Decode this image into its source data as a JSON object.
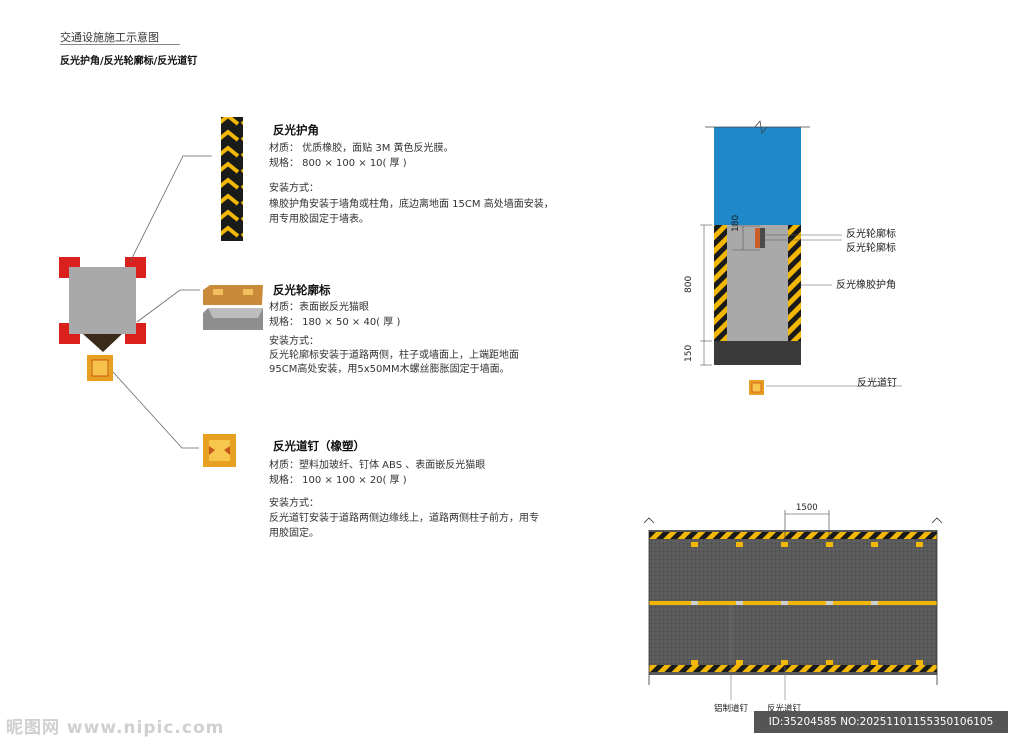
{
  "header": {
    "title": "交通设施施工示意图",
    "subtitle": "反光护角/反光轮廓标/反光道钉"
  },
  "items": [
    {
      "title": "反光护角",
      "material": "材质： 优质橡胶，面贴 3M 黄色反光膜。",
      "spec": "规格： 800 × 100 × 10( 厚 )",
      "install_title": "安装方式：",
      "install_lines": [
        "橡胶护角安装于墙角或柱角，底边离地面 15CM 高处墙面安装，",
        "用专用胶固定于墙表。"
      ]
    },
    {
      "title": "反光轮廓标",
      "material": "材质：表面嵌反光猫眼",
      "spec": "规格： 180 × 50 × 40( 厚 )",
      "install_title": "安装方式：",
      "install_lines": [
        "反光轮廓标安装于道路两侧，柱子或墙面上，上端距地面",
        "95CM高处安装，用5x50MM木螺丝膨胀固定于墙面。"
      ]
    },
    {
      "title": "反光道钉（橡塑）",
      "material": "材质：塑料加玻纤、钉体 ABS 、表面嵌反光猫眼",
      "spec": "规格： 100 × 100 × 20( 厚 )",
      "install_title": "安装方式：",
      "install_lines": [
        "反光道钉安装于道路两侧边缘线上，道路两侧柱子前方，用专",
        "用胶固定。"
      ]
    }
  ],
  "elevation": {
    "dim_180": "180",
    "dim_800": "800",
    "dim_150": "150",
    "label_outline_1": "反光轮廓标",
    "label_outline_2": "反光轮廓标",
    "label_corner": "反光橡胶护角",
    "label_stud": "反光道钉"
  },
  "plan": {
    "dim_1500": "1500",
    "label_aluminum_stud": "铝制道钉",
    "label_reflective_stud": "反光道钉"
  },
  "watermark": {
    "left": "昵图网 www.nipic.com",
    "right": "ID:35204585 NO:20251101155350106105"
  },
  "colors": {
    "yellow": "#f2b705",
    "black": "#1a1a1a",
    "red": "#d9201c",
    "blue": "#1e88c9",
    "grey": "#a9a9a9",
    "orange": "#e8a020"
  }
}
